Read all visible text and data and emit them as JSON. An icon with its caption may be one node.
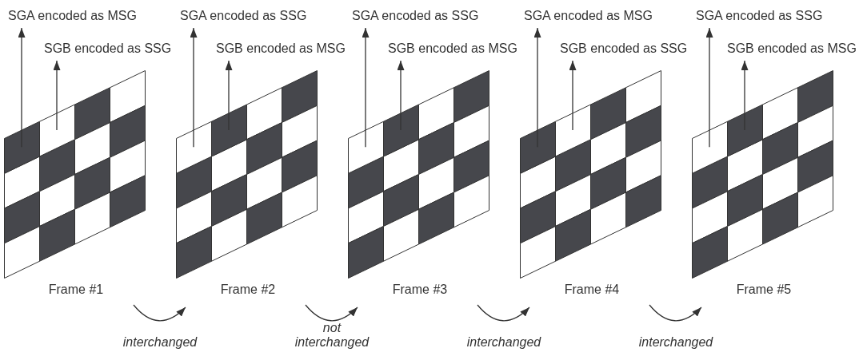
{
  "diagram": {
    "nodes": [
      {
        "text": [
          "SGA encoded as MSG"
        ]
      },
      {
        "text": [
          "SGB encoded as SSG"
        ]
      },
      {
        "text": [
          "Frame #1"
        ]
      },
      {
        "text": [],
        "shape": "parallelogram",
        "in": 2
      },
      {
        "text": [],
        "shape": "parallelogram",
        "in": 2
      },
      {
        "text": [
          "SGA encoded as SSG"
        ]
      },
      {
        "text": [
          "SGB encoded as MSG"
        ]
      },
      {
        "text": [
          "Frame #2"
        ]
      },
      {
        "text": [],
        "shape": "parallelogram",
        "in": 7
      },
      {
        "text": [],
        "shape": "parallelogram",
        "in": 7
      },
      {
        "text": [
          "SGA encoded as SSG"
        ]
      },
      {
        "text": [
          "SGB encoded as MSG"
        ]
      },
      {
        "text": [
          "Frame #3"
        ]
      },
      {
        "text": [],
        "shape": "parallelogram",
        "in": 12
      },
      {
        "text": [],
        "shape": "parallelogram",
        "in": 12
      },
      {
        "text": [
          "SGA encoded as MSG"
        ]
      },
      {
        "text": [
          "SGB encoded as SSG"
        ]
      },
      {
        "text": [
          "Frame #4"
        ]
      },
      {
        "text": [],
        "shape": "parallelogram",
        "in": 17
      },
      {
        "text": [],
        "shape": "parallelogram",
        "in": 17
      },
      {
        "text": [
          "SGA encoded as SSG"
        ]
      },
      {
        "text": [
          "SGB encoded as MSG"
        ]
      },
      {
        "text": [
          "Frame #5"
        ]
      },
      {
        "text": [],
        "shape": "parallelogram",
        "in": 22
      },
      {
        "text": [],
        "shape": "parallelogram",
        "in": 22
      }
    ],
    "edges": [
      {
        "from": 3,
        "to": 0,
        "arrow": "to"
      },
      {
        "from": 4,
        "to": 1,
        "arrow": "to"
      },
      {
        "from": 8,
        "to": 5,
        "arrow": "to"
      },
      {
        "from": 9,
        "to": 6,
        "arrow": "to"
      },
      {
        "from": 13,
        "to": 10,
        "arrow": "to"
      },
      {
        "from": 14,
        "to": 11,
        "arrow": "to"
      },
      {
        "from": 18,
        "to": 15,
        "arrow": "to"
      },
      {
        "from": 19,
        "to": 16,
        "arrow": "to"
      },
      {
        "from": 23,
        "to": 20,
        "arrow": "to"
      },
      {
        "from": 24,
        "to": 21,
        "arrow": "to"
      },
      {
        "from": 2,
        "to": 7,
        "arrow": "to",
        "label": "interchanged"
      },
      {
        "from": 7,
        "to": 12,
        "arrow": "to",
        "label": "not interchanged"
      },
      {
        "from": 12,
        "to": 17,
        "arrow": "to",
        "label": "interchanged"
      },
      {
        "from": 17,
        "to": 22,
        "arrow": "to",
        "label": "interchanged"
      }
    ]
  }
}
